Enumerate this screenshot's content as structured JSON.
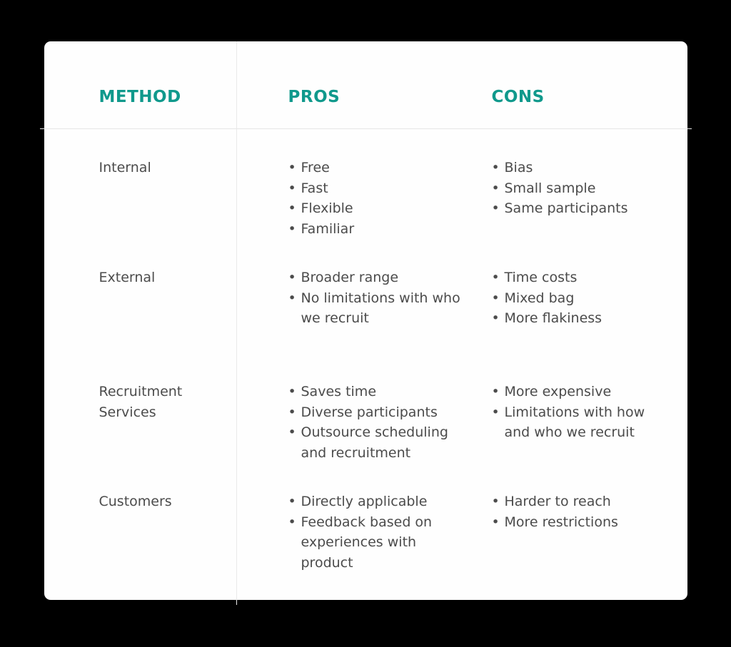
{
  "colors": {
    "page_background": "#000000",
    "card_background": "#fefefe",
    "accent_teal": "#10998c",
    "body_text": "#4b4b4b",
    "divider": "#e7e7e7"
  },
  "chart_data": {
    "type": "table",
    "title": "",
    "columns": [
      "METHOD",
      "PROS",
      "CONS"
    ],
    "rows": [
      {
        "method": "Internal",
        "pros": [
          "Free",
          "Fast",
          "Flexible",
          "Familiar"
        ],
        "cons": [
          "Bias",
          "Small sample",
          "Same participants"
        ]
      },
      {
        "method": "External",
        "pros": [
          "Broader range",
          "No limitations with who we recruit"
        ],
        "cons": [
          "Time costs",
          "Mixed bag",
          "More flakiness"
        ]
      },
      {
        "method": "Recruitment Services",
        "pros": [
          "Saves time",
          "Diverse participants",
          "Outsource scheduling and recruitment"
        ],
        "cons": [
          "More expensive",
          "Limitations with how and who we recruit"
        ]
      },
      {
        "method": "Customers",
        "pros": [
          "Directly applicable",
          "Feedback based on experiences with product"
        ],
        "cons": [
          "Harder to reach",
          "More restrictions"
        ]
      }
    ],
    "layout": {
      "header_text_transform": "uppercase",
      "column_divider_after": "METHOD",
      "header_divider": true,
      "grid": "off"
    }
  }
}
